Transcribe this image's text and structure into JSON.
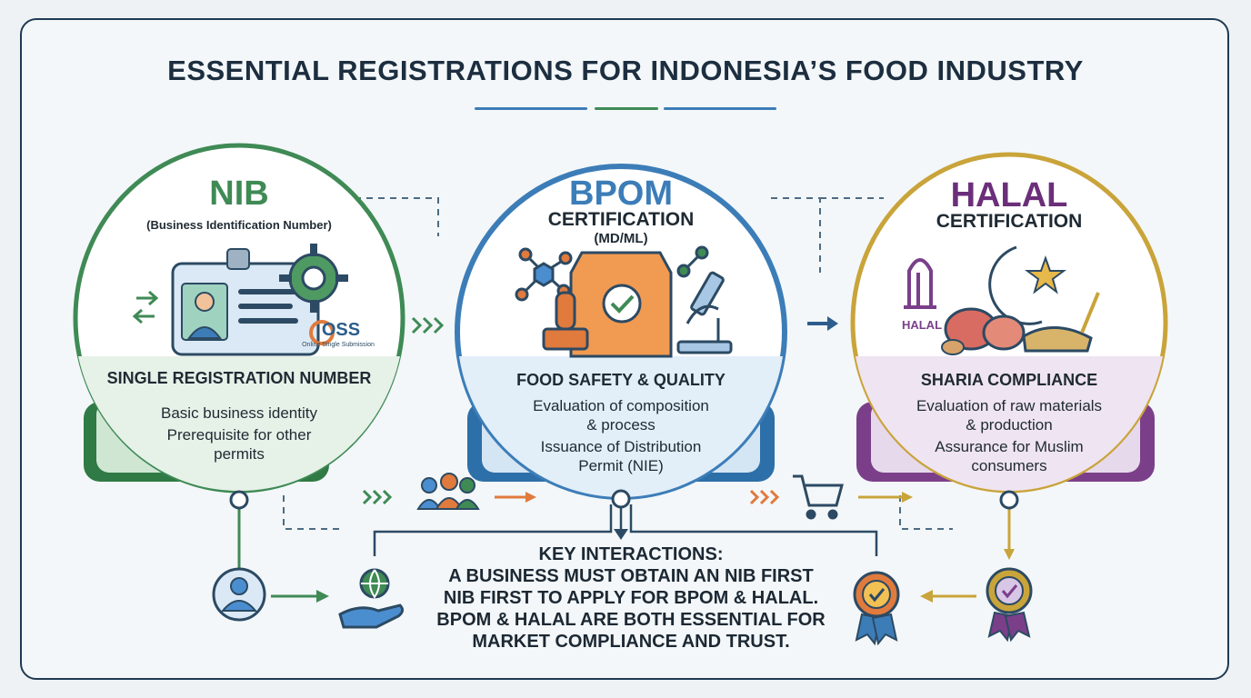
{
  "title": "ESSENTIAL REGISTRATIONS FOR INDONESIA’S FOOD INDUSTRY",
  "colors": {
    "nib": "#3f8a55",
    "bpom": "#3c7db8",
    "halal": "#c9a43a",
    "halal_title": "#6b2f7a",
    "navy": "#1f3a52",
    "orange": "#e07a3d"
  },
  "nib": {
    "heading": "NIB",
    "subheading": "(Business Identification Number)",
    "oss_label": "OSS",
    "oss_caption": "Online Single Submission",
    "section": "SINGLE REGISTRATION NUMBER",
    "line1": "Basic business identity",
    "line2": "Prerequisite for other",
    "line3": "permits"
  },
  "bpom": {
    "heading": "BPOM",
    "subheading": "CERTIFICATION",
    "code": "(MD/ML)",
    "section": "FOOD SAFETY & QUALITY",
    "line1": "Evaluation of composition",
    "line2": "& process",
    "line3": "Issuance of Distribution",
    "line4": "Permit (NIE)"
  },
  "halal": {
    "heading": "HALAL",
    "subheading": "CERTIFICATION",
    "logo_text": "HALAL",
    "section": "SHARIA COMPLIANCE",
    "line1": "Evaluation of raw materials",
    "line2": "& production",
    "line3": "Assurance for Muslim",
    "line4": "consumers"
  },
  "key": {
    "line1": "KEY INTERACTIONS:",
    "line2": "A BUSINESS MUST OBTAIN AN NIB FIRST",
    "line3": "NIB FIRST TO APPLY FOR BPOM & HALAL.",
    "line4": "BPOM & HALAL ARE BOTH ESSENTIAL FOR",
    "line5": "MARKET COMPLIANCE AND TRUST."
  }
}
